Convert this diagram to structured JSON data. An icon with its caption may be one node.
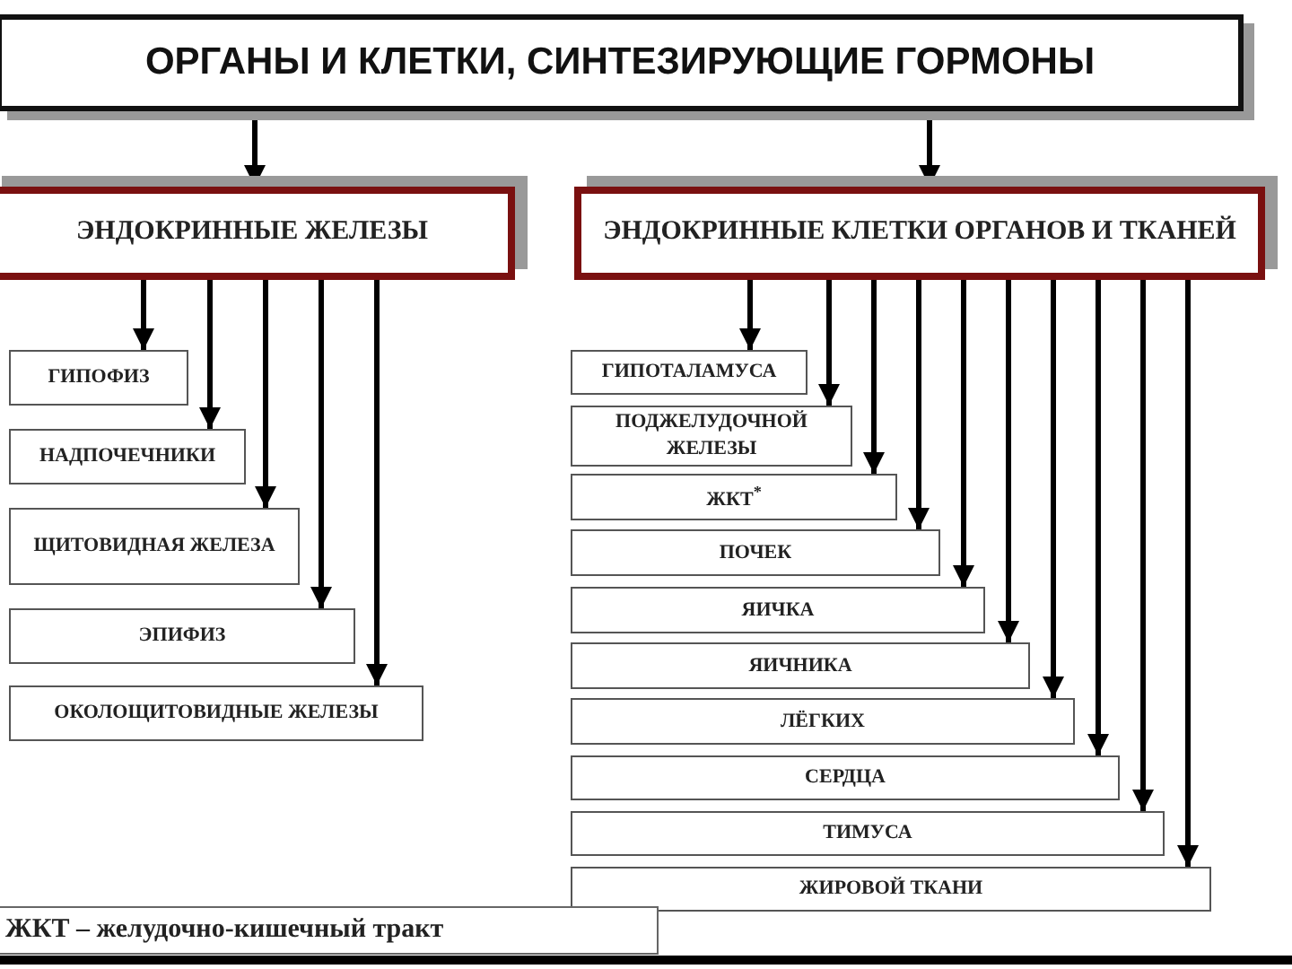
{
  "diagram": {
    "nodes": [
      {
        "text": [
          "ОРГАНЫ И КЛЕТКИ,  СИНТЕЗИРУЮЩИЕ ГОРМОНЫ"
        ]
      },
      {
        "text": [
          "ЭНДОКРИННЫЕ  ЖЕЛЕЗЫ"
        ]
      },
      {
        "text": [
          "ЭНДОКРИННЫЕ КЛЕТКИ ОРГАНОВ И ТКАНЕЙ"
        ]
      },
      {
        "text": [
          "ГИПОФИЗ"
        ]
      },
      {
        "text": [
          "НАДПОЧЕЧНИКИ"
        ]
      },
      {
        "text": [
          "ЩИТОВИДНАЯ ЖЕЛЕЗА"
        ]
      },
      {
        "text": [
          "ЭПИФИЗ"
        ]
      },
      {
        "text": [
          "ОКОЛОЩИТОВИДНЫЕ  ЖЕЛЕЗЫ"
        ]
      },
      {
        "text": [
          "ГИПОТАЛАМУСА"
        ]
      },
      {
        "text": [
          "ПОДЖЕЛУДОЧНОЙ ЖЕЛЕЗЫ"
        ]
      },
      {
        "text": [
          "ЖКТ$^{*}$"
        ]
      },
      {
        "text": [
          "ПОЧЕК"
        ]
      },
      {
        "text": [
          "ЯИЧКА"
        ]
      },
      {
        "text": [
          "ЯИЧНИКА"
        ]
      },
      {
        "text": [
          "ЛЁГКИХ"
        ]
      },
      {
        "text": [
          "СЕРДЦА"
        ]
      },
      {
        "text": [
          "ТИМУСА"
        ]
      },
      {
        "text": [
          "ЖИРОВОЙ   ТКАНИ"
        ]
      },
      {
        "text": [
          "ЖКТ – желудочно-кишечный тракт"
        ]
      }
    ],
    "edges": [
      {
        "from": 0,
        "to": 1,
        "arrow": "to"
      },
      {
        "from": 0,
        "to": 2,
        "arrow": "to"
      },
      {
        "from": 1,
        "to": 3,
        "arrow": "to"
      },
      {
        "from": 1,
        "to": 4,
        "arrow": "to"
      },
      {
        "from": 1,
        "to": 5,
        "arrow": "to"
      },
      {
        "from": 1,
        "to": 6,
        "arrow": "to"
      },
      {
        "from": 1,
        "to": 7,
        "arrow": "to"
      },
      {
        "from": 2,
        "to": 8,
        "arrow": "to"
      },
      {
        "from": 2,
        "to": 9,
        "arrow": "to"
      },
      {
        "from": 2,
        "to": 10,
        "arrow": "to"
      },
      {
        "from": 2,
        "to": 11,
        "arrow": "to"
      },
      {
        "from": 2,
        "to": 12,
        "arrow": "to"
      },
      {
        "from": 2,
        "to": 13,
        "arrow": "to"
      },
      {
        "from": 2,
        "to": 14,
        "arrow": "to"
      },
      {
        "from": 2,
        "to": 15,
        "arrow": "to"
      },
      {
        "from": 2,
        "to": 16,
        "arrow": "to"
      },
      {
        "from": 2,
        "to": 17,
        "arrow": "to"
      }
    ]
  }
}
